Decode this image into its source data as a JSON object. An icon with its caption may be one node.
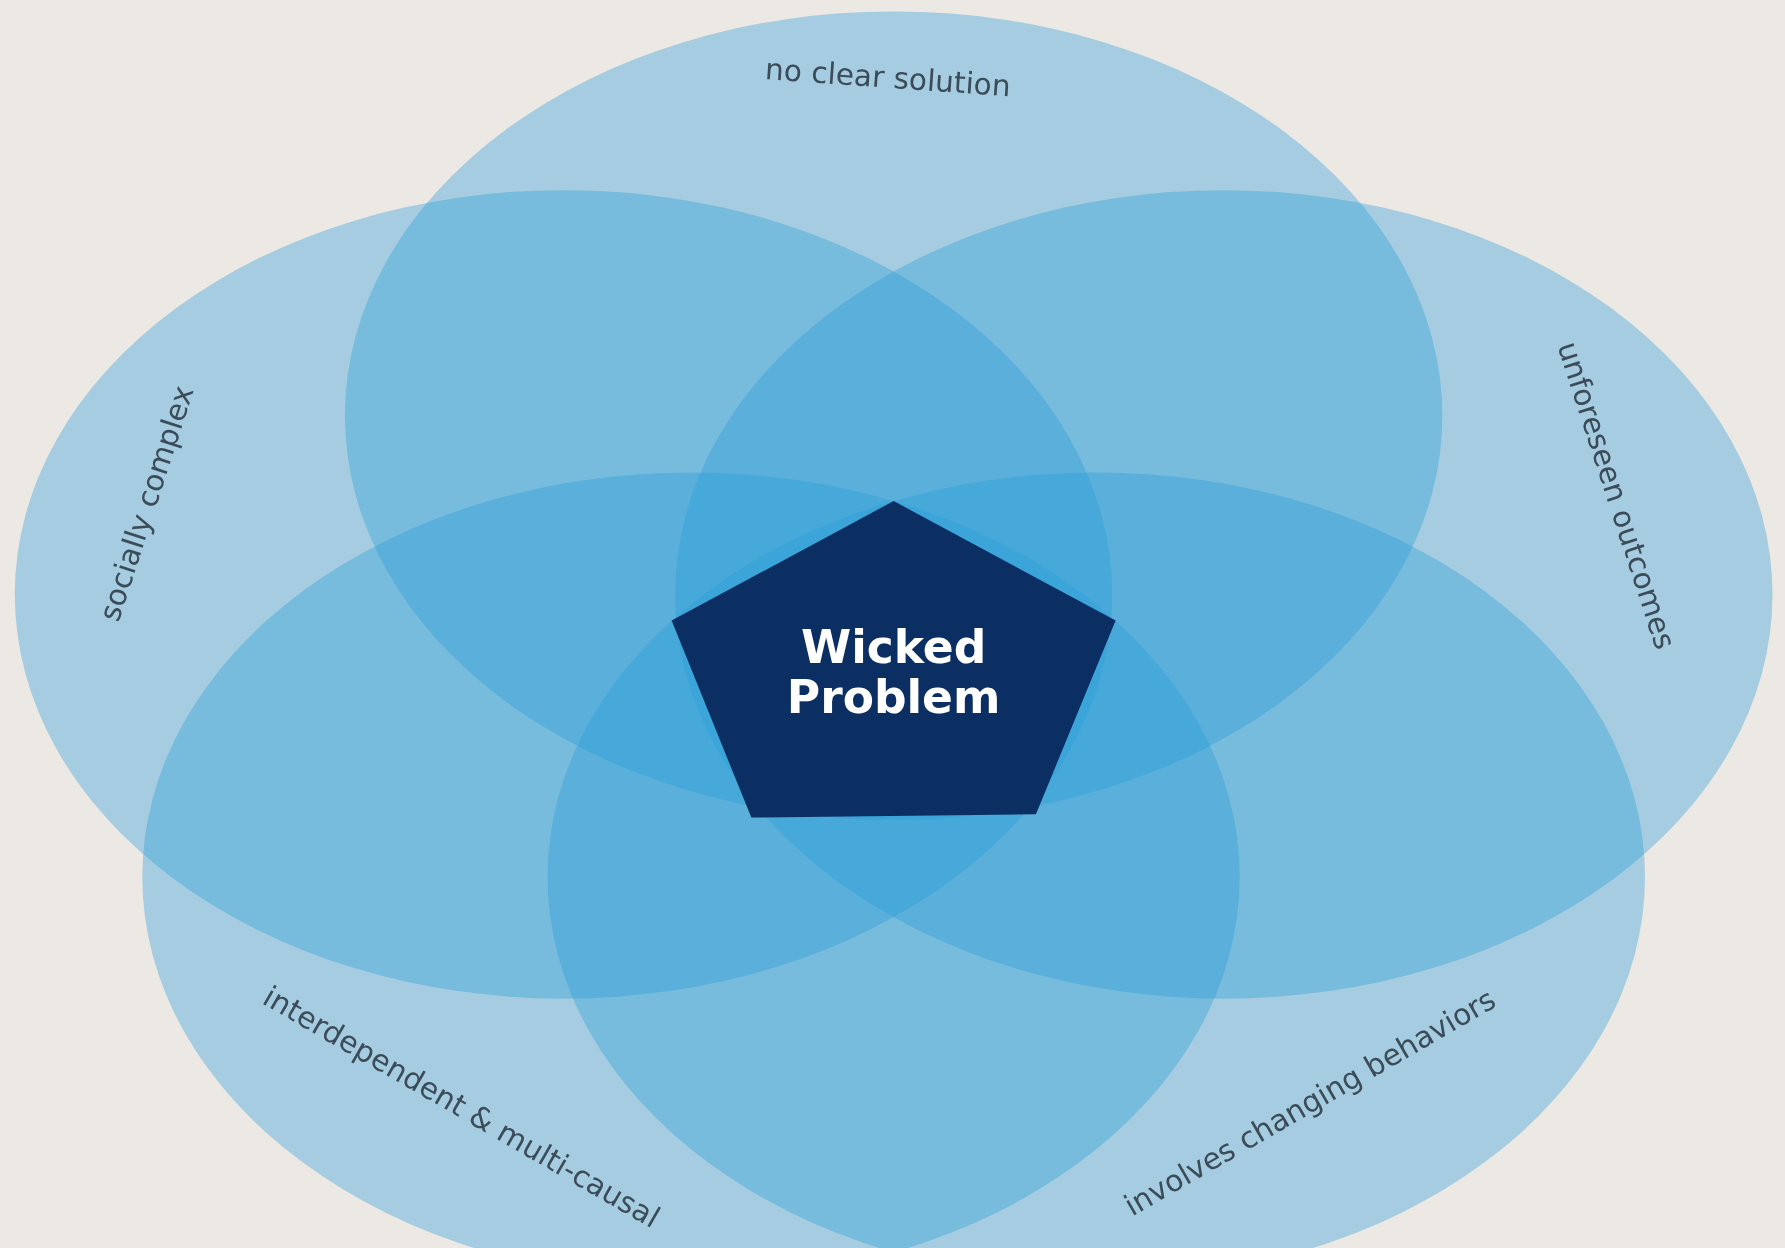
{
  "diagram": {
    "nodes": [
      {
        "text": [
          "no clear solution"
        ]
      },
      {
        "text": [
          "socially complex"
        ]
      },
      {
        "text": [
          "unforeseen outcomes"
        ]
      },
      {
        "text": [
          "Wicked Problem"
        ]
      },
      {
        "text": [
          "interdependent & multi-causal"
        ]
      },
      {
        "text": [
          "involves changing behaviors"
        ]
      }
    ]
  }
}
